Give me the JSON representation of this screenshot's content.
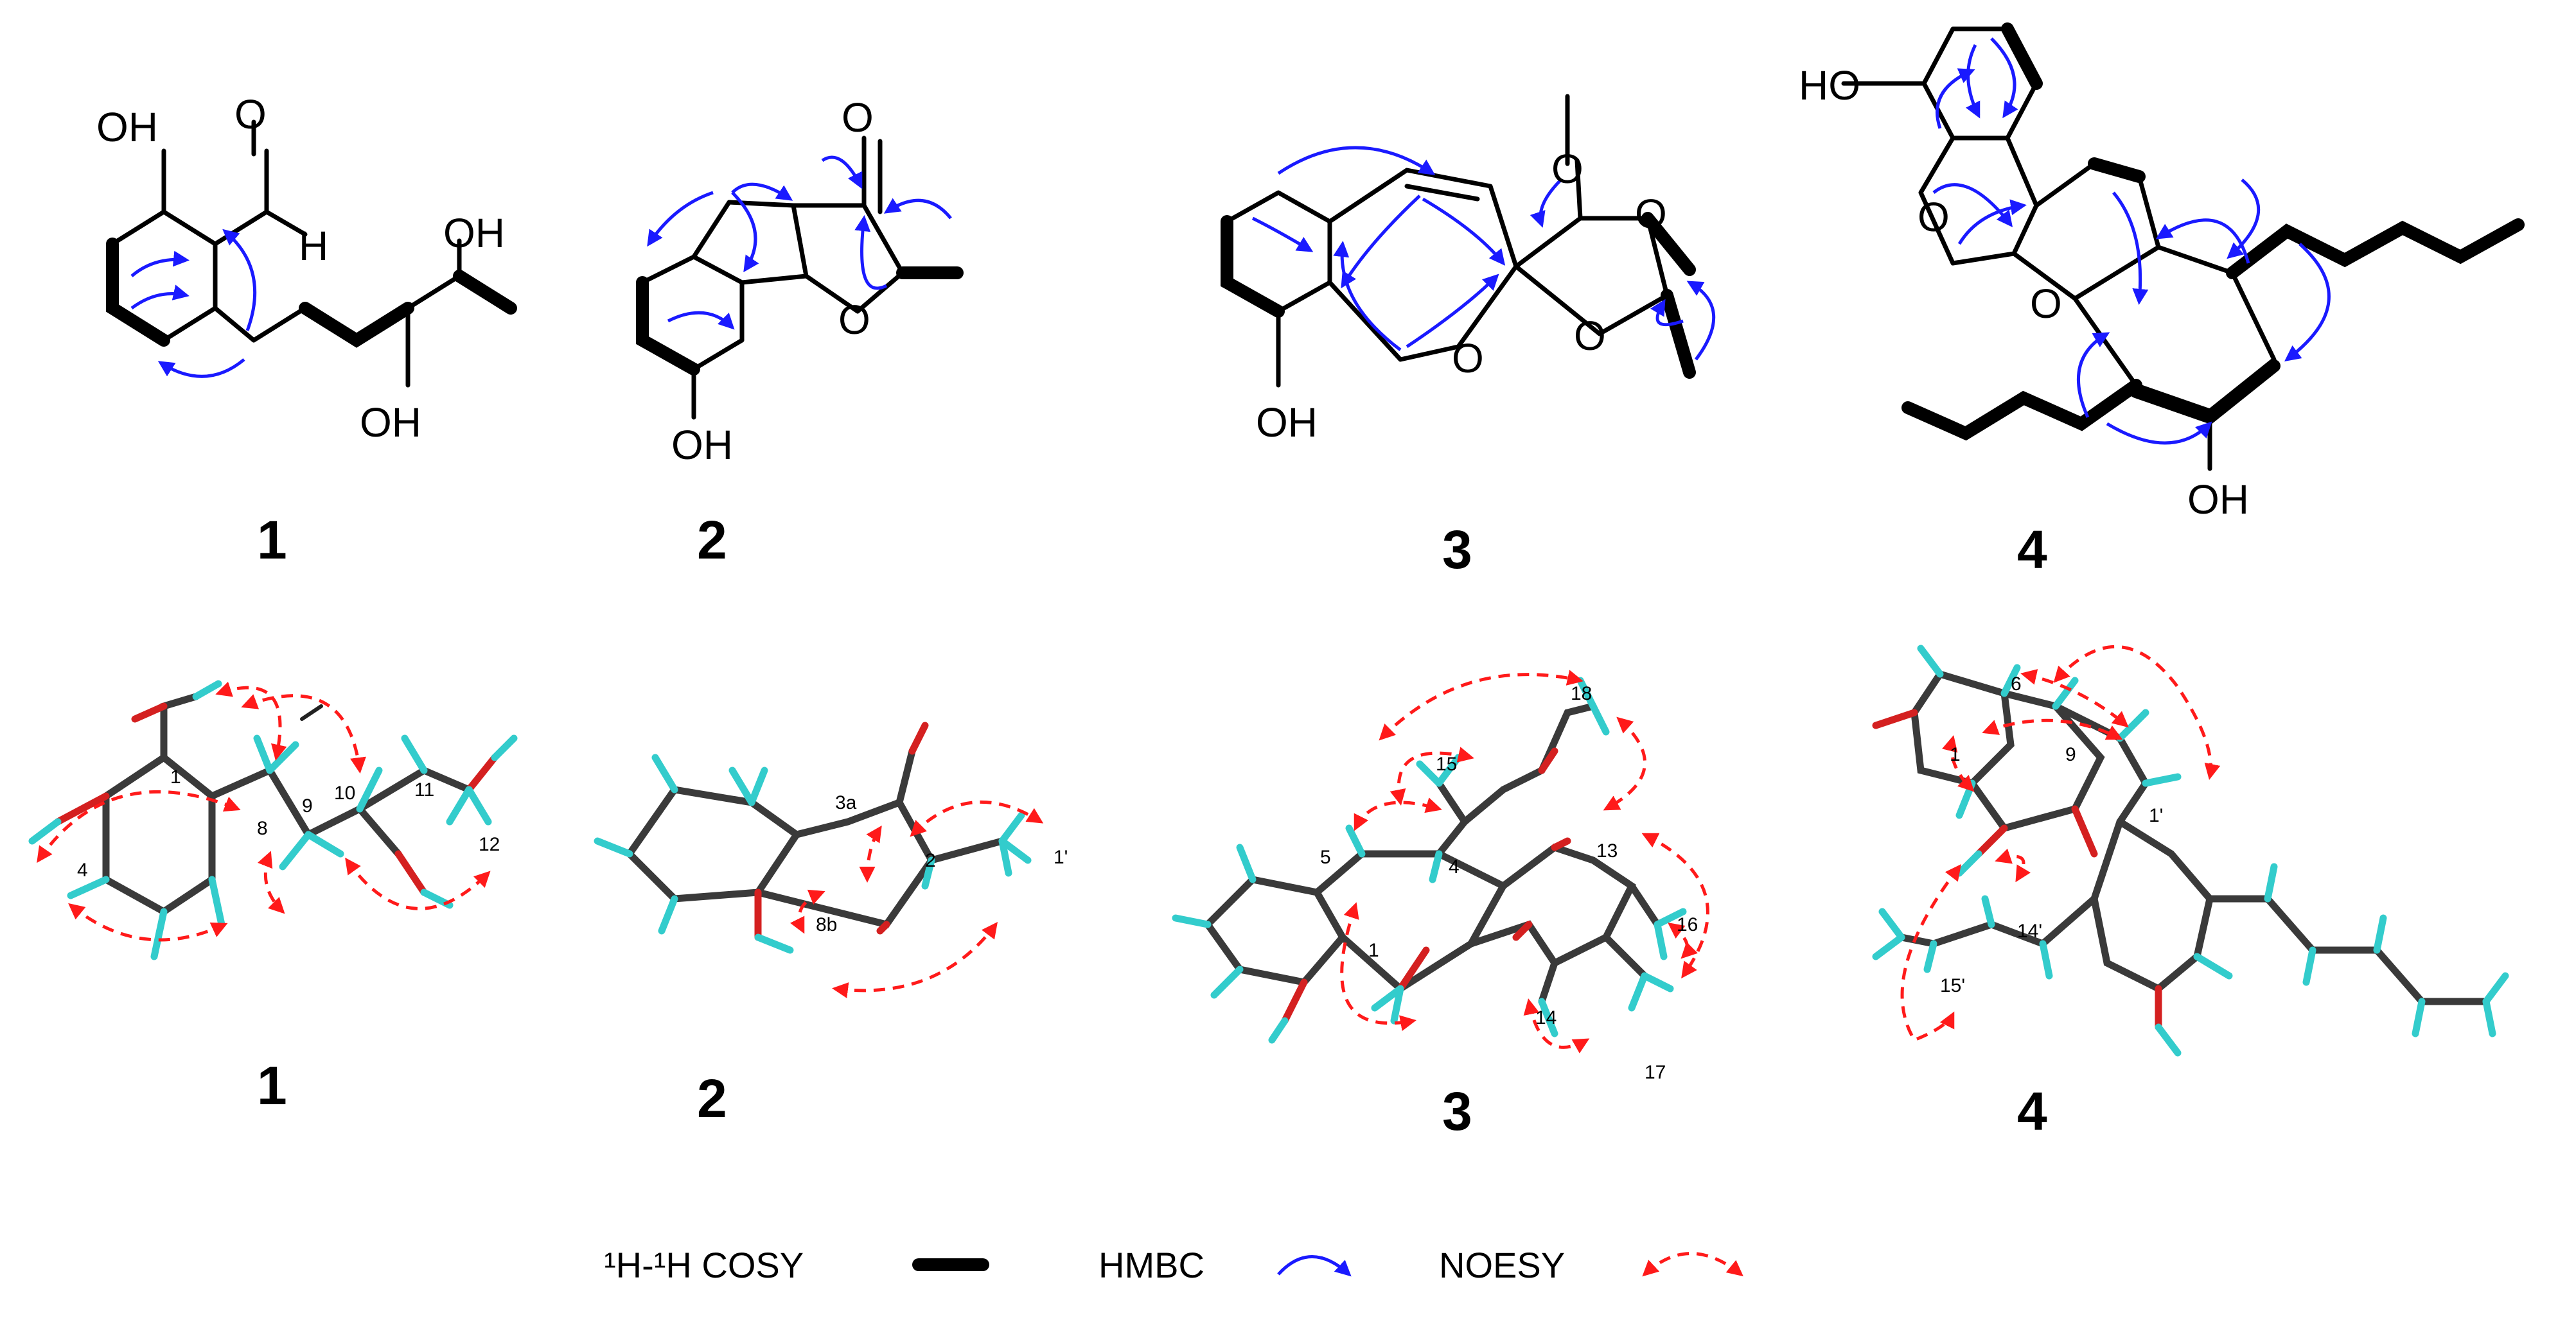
{
  "compounds": [
    {
      "id": "1",
      "labels": [
        "OH",
        "O",
        "H",
        "OH",
        "OH"
      ]
    },
    {
      "id": "2",
      "labels": [
        "O",
        "O",
        "OH"
      ]
    },
    {
      "id": "3",
      "labels": [
        "O",
        "O",
        "O",
        "O",
        "OH"
      ]
    },
    {
      "id": "4",
      "labels": [
        "HO",
        "O",
        "O",
        "OH"
      ]
    }
  ],
  "models_3d": [
    {
      "id": "1",
      "atom_numbers": [
        "1",
        "4",
        "8",
        "9",
        "10",
        "11",
        "12"
      ]
    },
    {
      "id": "2",
      "atom_numbers": [
        "3a",
        "2",
        "1'",
        "8b"
      ]
    },
    {
      "id": "3",
      "atom_numbers": [
        "18",
        "15",
        "5",
        "4",
        "13",
        "16",
        "1",
        "14",
        "17"
      ]
    },
    {
      "id": "4",
      "atom_numbers": [
        "6",
        "1",
        "9",
        "1'",
        "14'",
        "15'"
      ]
    }
  ],
  "legend": {
    "cosy_label": "¹H-¹H COSY",
    "hmbc_label": "HMBC",
    "noesy_label": "NOESY"
  },
  "colors": {
    "hmbc": "#1a1aff",
    "noesy": "#ff1a1a",
    "hydrogen": "#33cccc",
    "oxygen": "#d42020",
    "carbon": "#3a3a3a"
  }
}
